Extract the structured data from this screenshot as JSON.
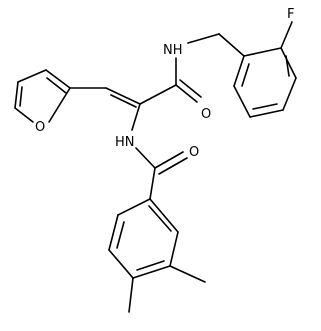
{
  "molecule": {
    "atom_labels": {
      "fluorine": "F",
      "amide_nh_top": "NH",
      "amide_o_top": "O",
      "furan_o": "O",
      "amide_nh_mid": "HN",
      "amide_o_mid": "O"
    },
    "colors": {
      "bond": "#000000",
      "label": "#000000",
      "background": "#ffffff"
    }
  }
}
